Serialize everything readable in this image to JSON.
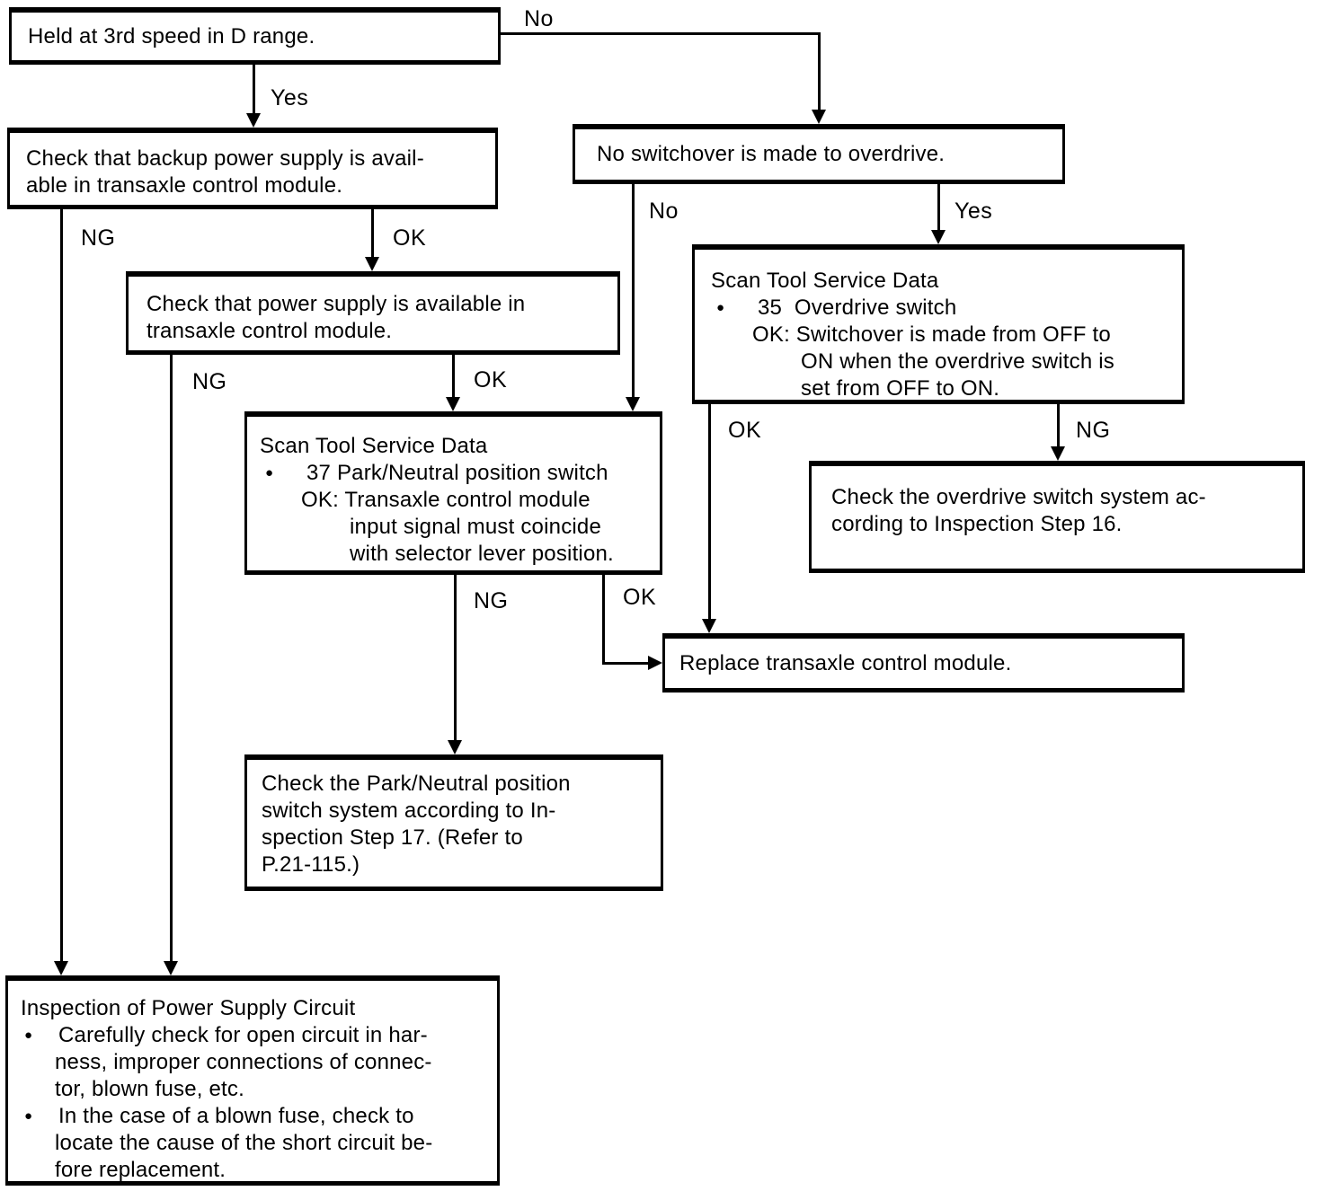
{
  "glyphs": {
    "bullet": "●"
  },
  "edges": {
    "a_no": "No",
    "a_yes": "Yes",
    "b_ng": "NG",
    "b_ok": "OK",
    "c_ng": "NG",
    "c_ok": "OK",
    "e_no": "No",
    "e_yes": "Yes",
    "d_ng": "NG",
    "d_ok": "OK",
    "f_ok": "OK",
    "f_ng": "NG"
  },
  "boxes": {
    "held": {
      "lines": [
        "Held at 3rd speed in D range."
      ]
    },
    "backup": {
      "lines": [
        "Check that backup power supply is avail-",
        "able in transaxle control module."
      ]
    },
    "power": {
      "lines": [
        "Check that power supply is available in",
        "transaxle control module."
      ]
    },
    "scan37": {
      "lines": [
        "Scan Tool Service Data",
        "37 Park/Neutral position switch",
        "OK: Transaxle control module",
        "input signal must coincide",
        "with selector lever position."
      ]
    },
    "noswitch": {
      "lines": [
        "No switchover is made to overdrive."
      ]
    },
    "scan35": {
      "lines": [
        "Scan Tool Service Data",
        "35  Overdrive switch",
        "OK: Switchover is made from OFF to",
        "ON when the overdrive switch is",
        "set from OFF to ON."
      ]
    },
    "overdrive_check": {
      "lines": [
        "Check the overdrive switch system ac-",
        "cording to Inspection Step 16."
      ]
    },
    "replace": {
      "lines": [
        "Replace transaxle control module."
      ]
    },
    "pn_check": {
      "lines": [
        "Check the Park/Neutral position",
        "switch system according to In-",
        "spection Step 17. (Refer to",
        "P.21-115.)"
      ]
    },
    "inspection": {
      "lines": [
        "Inspection of Power Supply Circuit",
        "Carefully check for open circuit in har-",
        "ness, improper connections of connec-",
        "tor, blown fuse, etc.",
        "In the case of a blown fuse, check to",
        "locate the cause of the short circuit be-",
        "fore replacement."
      ]
    }
  }
}
